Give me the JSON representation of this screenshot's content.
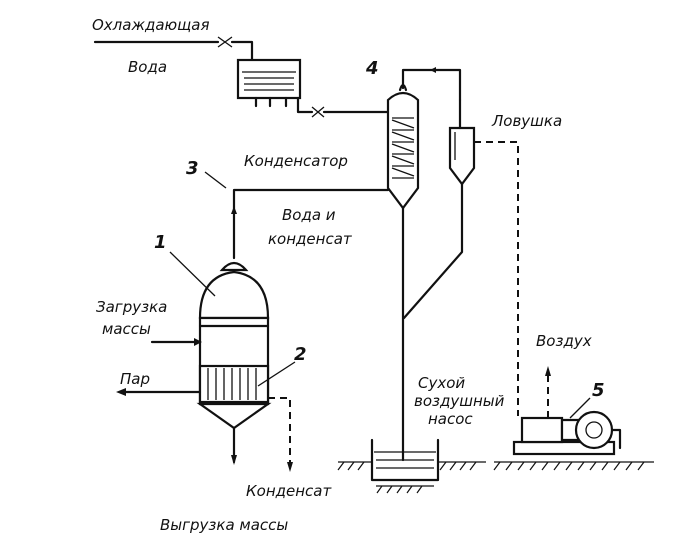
{
  "labels": {
    "cooling_water_1": "Охлаждающая",
    "cooling_water_2": "Вода",
    "condenser": "Конденсатор",
    "trap": "Ловушка",
    "water_condensate_1": "Вода и",
    "water_condensate_2": "конденсат",
    "loading_1": "Загрузка",
    "loading_2": "массы",
    "steam": "Пар",
    "condensate_out": "Конденсат",
    "unloading": "Выгрузка массы",
    "air": "Воздух",
    "pump_1": "Сухой",
    "pump_2": "воздушный",
    "pump_3": "насос"
  },
  "numbers": {
    "n1": "1",
    "n2": "2",
    "n3": "3",
    "n4": "4",
    "n5": "5"
  }
}
